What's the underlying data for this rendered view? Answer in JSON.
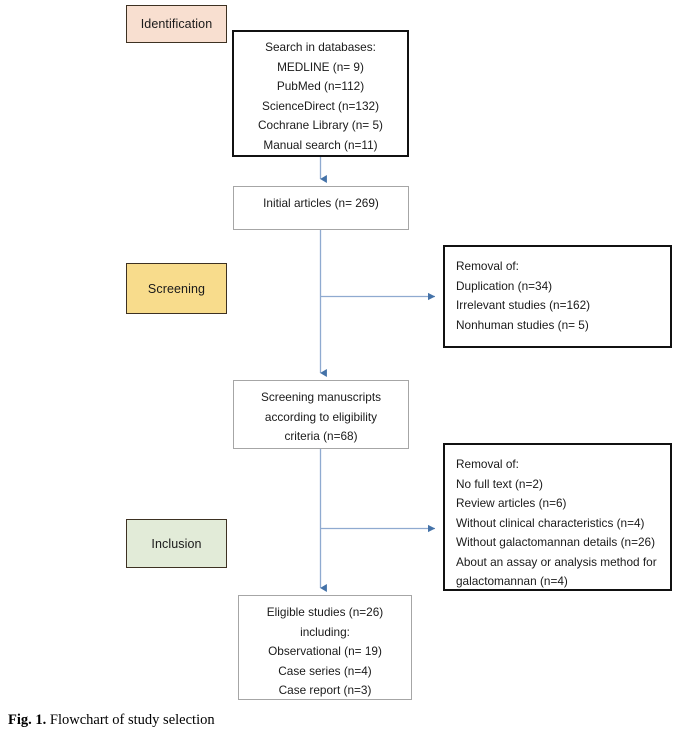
{
  "figure": {
    "caption_label": "Fig. 1.",
    "caption_text": " Flowchart of study selection"
  },
  "colors": {
    "identification_fill": "#F8DFD0",
    "screening_fill": "#F8DC8C",
    "inclusion_fill": "#E2EBD8",
    "stage_border": "#3D3122",
    "connector": "#4472A8",
    "thick_border": "#111111",
    "thin_border": "#A6A6A6",
    "background": "#FFFFFF"
  },
  "stages": [
    {
      "id": "identification",
      "label": "Identification"
    },
    {
      "id": "screening",
      "label": "Screening"
    },
    {
      "id": "inclusion",
      "label": "Inclusion"
    }
  ],
  "boxes": {
    "search": {
      "lines": [
        "Search in databases:",
        "MEDLINE (n= 9)",
        "PubMed (n=112)",
        "ScienceDirect (n=132)",
        "Cochrane Library (n= 5)",
        "Manual search (n=11)"
      ]
    },
    "initial": {
      "lines": [
        "Initial articles (n= 269)"
      ]
    },
    "screening_manuscripts": {
      "lines": [
        "Screening manuscripts",
        "according to eligibility",
        "criteria (n=68)"
      ]
    },
    "removal_1": {
      "lines": [
        "Removal of:",
        "Duplication (n=34)",
        "Irrelevant studies (n=162)",
        "Nonhuman studies (n= 5)"
      ]
    },
    "removal_2": {
      "lines": [
        "Removal of:",
        "No full text (n=2)",
        "Review articles (n=6)",
        "Without clinical characteristics (n=4)",
        "Without galactomannan details (n=26)",
        "About an assay or analysis method for",
        "galactomannan (n=4)"
      ]
    },
    "eligible": {
      "lines": [
        "Eligible studies (n=26)",
        "including:",
        "Observational (n= 19)",
        "Case series (n=4)",
        "Case report (n=3)"
      ]
    }
  },
  "chart_data": {
    "type": "diagram",
    "title": "Flowchart of study selection",
    "nodes": [
      {
        "id": "search",
        "stage": "Identification",
        "records": 269,
        "sources": [
          {
            "name": "MEDLINE",
            "n": 9
          },
          {
            "name": "PubMed",
            "n": 112
          },
          {
            "name": "ScienceDirect",
            "n": 132
          },
          {
            "name": "Cochrane Library",
            "n": 5
          },
          {
            "name": "Manual search",
            "n": 11
          }
        ]
      },
      {
        "id": "initial",
        "label": "Initial articles",
        "n": 269
      },
      {
        "id": "removal_1",
        "stage": "Screening",
        "label": "Removal of",
        "items": [
          {
            "name": "Duplication",
            "n": 34
          },
          {
            "name": "Irrelevant studies",
            "n": 162
          },
          {
            "name": "Nonhuman studies",
            "n": 5
          }
        ]
      },
      {
        "id": "screening_manuscripts",
        "label": "Screening manuscripts according to eligibility criteria",
        "n": 68
      },
      {
        "id": "removal_2",
        "stage": "Inclusion",
        "label": "Removal of",
        "items": [
          {
            "name": "No full text",
            "n": 2
          },
          {
            "name": "Review articles",
            "n": 6
          },
          {
            "name": "Without clinical characteristics",
            "n": 4
          },
          {
            "name": "Without galactomannan details",
            "n": 26
          },
          {
            "name": "About an assay or analysis method for galactomannan",
            "n": 4
          }
        ]
      },
      {
        "id": "eligible",
        "label": "Eligible studies",
        "n": 26,
        "breakdown": [
          {
            "name": "Observational",
            "n": 19
          },
          {
            "name": "Case series",
            "n": 4
          },
          {
            "name": "Case report",
            "n": 3
          }
        ]
      }
    ],
    "edges": [
      {
        "from": "search",
        "to": "initial"
      },
      {
        "from": "initial",
        "to": "removal_1"
      },
      {
        "from": "initial",
        "to": "screening_manuscripts"
      },
      {
        "from": "screening_manuscripts",
        "to": "removal_2"
      },
      {
        "from": "screening_manuscripts",
        "to": "eligible"
      }
    ]
  }
}
